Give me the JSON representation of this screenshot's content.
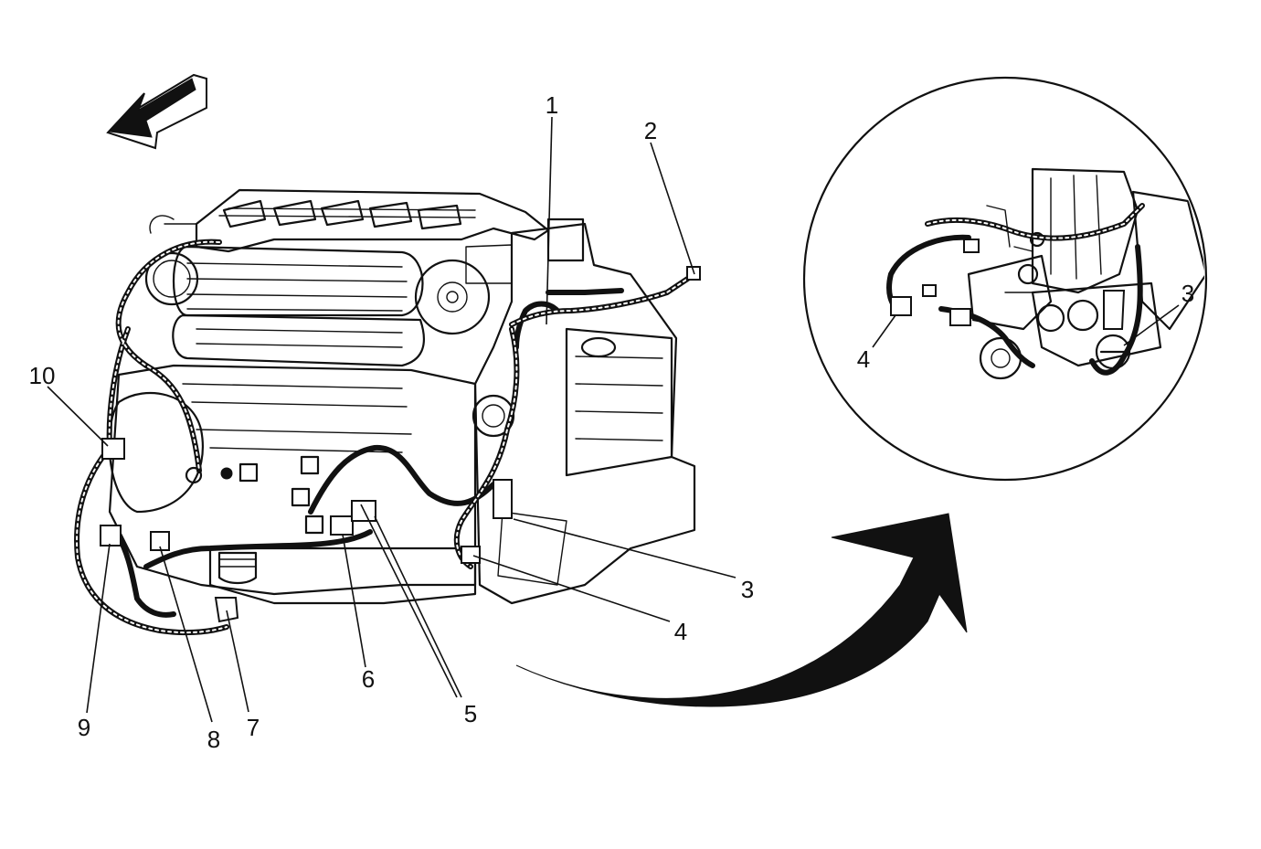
{
  "callouts": {
    "c1": "1",
    "c2": "2",
    "c3": "3",
    "c4": "4",
    "c5": "5",
    "c6": "6",
    "c7": "7",
    "c8": "8",
    "c9": "9",
    "c10": "10",
    "detail_c3": "3",
    "detail_c4": "4"
  },
  "colors": {
    "line": "#111111",
    "background": "#ffffff"
  },
  "icons": {
    "direction_arrow": "forward-direction-arrow-icon",
    "detail_arrow": "curved-detail-arrow-icon"
  }
}
